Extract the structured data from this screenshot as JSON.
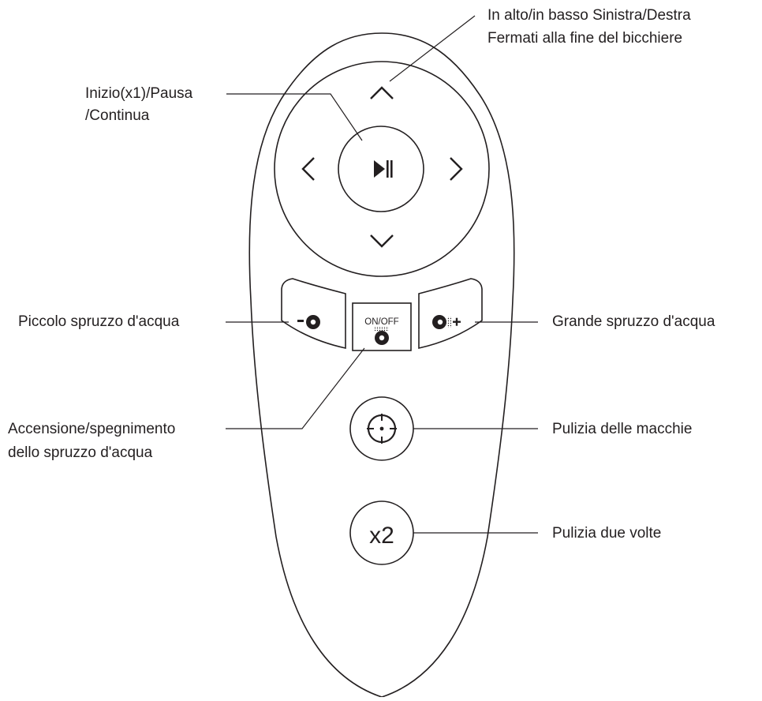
{
  "labels": {
    "direction_line1": "In alto/in basso Sinistra/Destra",
    "direction_line2": "Fermati alla fine del bicchiere",
    "play_line1": "Inizio(x1)/Pausa",
    "play_line2": "/Continua",
    "small_spray": "Piccolo spruzzo d'acqua",
    "big_spray": "Grande spruzzo d'acqua",
    "spray_toggle_line1": "Accensione/spegnimento",
    "spray_toggle_line2": "dello spruzzo d'acqua",
    "spot_clean": "Pulizia delle macchie",
    "double_clean": "Pulizia due volte"
  },
  "buttons": {
    "onoff_text": "ON/OFF",
    "x2_text": "x2"
  },
  "colors": {
    "line": "#231f20",
    "background": "#ffffff"
  }
}
